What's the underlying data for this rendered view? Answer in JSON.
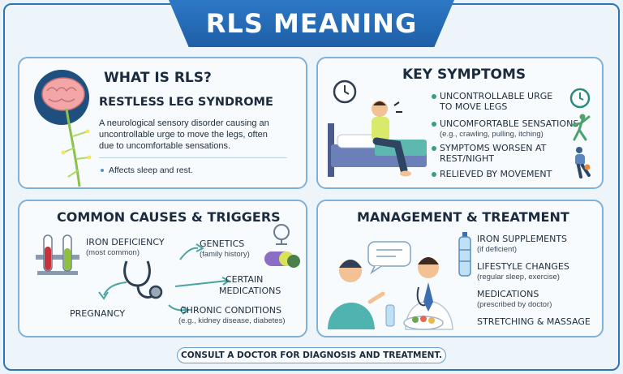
{
  "title": "RLS MEANING",
  "what_is": {
    "heading": "WHAT IS RLS?",
    "subheading": "RESTLESS LEG SYNDROME",
    "desc_line1": "A neurological sensory disorder causing an",
    "desc_line2": "uncontrollable urge to move the legs, often",
    "desc_line3": "due to uncomfortable sensations.",
    "bullet": "Affects sleep and rest."
  },
  "symptoms": {
    "heading": "KEY SYMPTOMS",
    "items": [
      {
        "line1": "UNCONTROLLABLE URGE",
        "line2": "TO MOVE LEGS"
      },
      {
        "line1": "UNCOMFORTABLE SENSATIONS",
        "line2": "(e.g., crawling, pulling, itching)"
      },
      {
        "line1": "SYMPTOMS WORSEN AT",
        "line2": "REST/NIGHT"
      },
      {
        "line1": "RELIEVED BY MOVEMENT",
        "line2": ""
      }
    ]
  },
  "causes": {
    "heading": "COMMON CAUSES & TRIGGERS",
    "iron": {
      "label": "IRON DEFICIENCY",
      "sub": "(most common)"
    },
    "genetics": {
      "label": "GENETICS",
      "sub": "(family history)"
    },
    "medications": {
      "line1": "CERTAIN",
      "line2": "MEDICATIONS"
    },
    "pregnancy": {
      "label": "PREGNANCY"
    },
    "chronic": {
      "label": "CHRONIC CONDITIONS",
      "sub": "(e.g., kidney disease, diabetes)"
    }
  },
  "management": {
    "heading": "MANAGEMENT & TREATMENT",
    "items": [
      {
        "label": "IRON SUPPLEMENTS",
        "sub": "(if deficient)"
      },
      {
        "label": "LIFESTYLE CHANGES",
        "sub": "(regular sleep, exercise)"
      },
      {
        "label": "MEDICATIONS",
        "sub": "(prescribed by doctor)"
      },
      {
        "label": "STRETCHING & MASSAGE",
        "sub": ""
      }
    ]
  },
  "footer": "CONSULT A DOCTOR FOR DIAGNOSIS AND TREATMENT.",
  "colors": {
    "banner": "#2d78c5",
    "panel_border": "#7fb0d8",
    "accent": "#3c9a8a"
  }
}
